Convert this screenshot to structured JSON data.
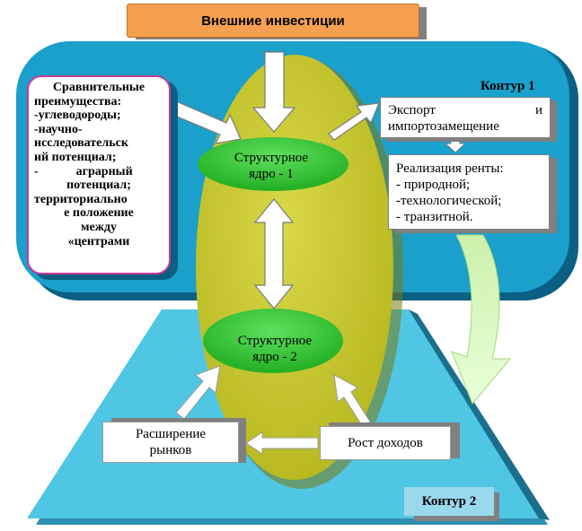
{
  "top_banner": {
    "text": "Внешние инвестиции"
  },
  "contour1": {
    "label": "Контур 1"
  },
  "contour2": {
    "label": "Контур 2"
  },
  "advantages": {
    "lines": [
      "Сравнительные",
      "преимущества:",
      "-углеводороды;",
      "-научно-",
      "исследовательск",
      "ий потенциал;",
      "-            аграрный",
      "потенциал;",
      "территориально",
      "е положение",
      "между",
      "«центрами"
    ]
  },
  "core1": {
    "line1": "Структурное",
    "line2": "ядро - 1"
  },
  "core2": {
    "line1": "Структурное",
    "line2": "ядро - 2"
  },
  "export": {
    "line1a": "Экспорт",
    "line1b": "и",
    "line2": "импортозамещение"
  },
  "rent": {
    "lines": [
      "Реализация ренты:",
      "- природной;",
      "-технологической;",
      "- транзитной."
    ]
  },
  "markets": {
    "line1": "Расширение",
    "line2": "рынков"
  },
  "income": {
    "text": "Рост доходов"
  },
  "colors": {
    "banner": "#f4a050",
    "contour1_fill": "#1aa0cc",
    "contour1_dark": "#0a6f98",
    "contour2_fill": "#4fc6e4",
    "ellipse": "#c8c832",
    "core": "#2ec82e",
    "arrow_fill": "#ffffff"
  }
}
